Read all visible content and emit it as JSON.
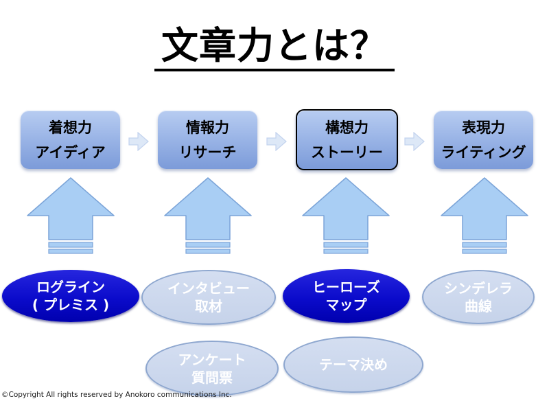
{
  "title": "文章力とは？",
  "process_steps": [
    {
      "skill": "着想力",
      "method": "アイディア",
      "highlighted": false
    },
    {
      "skill": "情報力",
      "method": "リサーチ",
      "highlighted": false
    },
    {
      "skill": "構想力",
      "method": "ストーリー",
      "highlighted": true
    },
    {
      "skill": "表現力",
      "method": "ライティング",
      "highlighted": false
    }
  ],
  "tools_row1": [
    {
      "line1": "ログライン",
      "line2": "( プレミス )",
      "emphasis": true
    },
    {
      "line1": "インタビュー",
      "line2": "取材",
      "emphasis": false
    },
    {
      "line1": "ヒーローズ",
      "line2": "マップ",
      "emphasis": true
    },
    {
      "line1": "シンデレラ",
      "line2": "曲線",
      "emphasis": false
    }
  ],
  "tools_row2": [
    {
      "line1": "アンケート",
      "line2": "質問票",
      "emphasis": false
    },
    {
      "line1": "テーマ決め",
      "emphasis": false
    }
  ],
  "footer": "©Copyright All rights reserved by Anokoro communications Inc.",
  "colors": {
    "box_gradient_top": "#b7ccf1",
    "box_gradient_bottom": "#7c9bd9",
    "highlight_border": "#000000",
    "up_arrow_fill": "#a9cef4",
    "up_arrow_border": "#7ba4d8",
    "chevron_fill": "#dde8f7",
    "chevron_border": "#c3d3ee",
    "emphasis_ellipse_fill": "#0b0bcb",
    "muted_ellipse_fill": "#c6d3ea",
    "muted_ellipse_border": "#8ea7cf",
    "ellipse_text": "#ffffff",
    "title_text": "#000000"
  }
}
